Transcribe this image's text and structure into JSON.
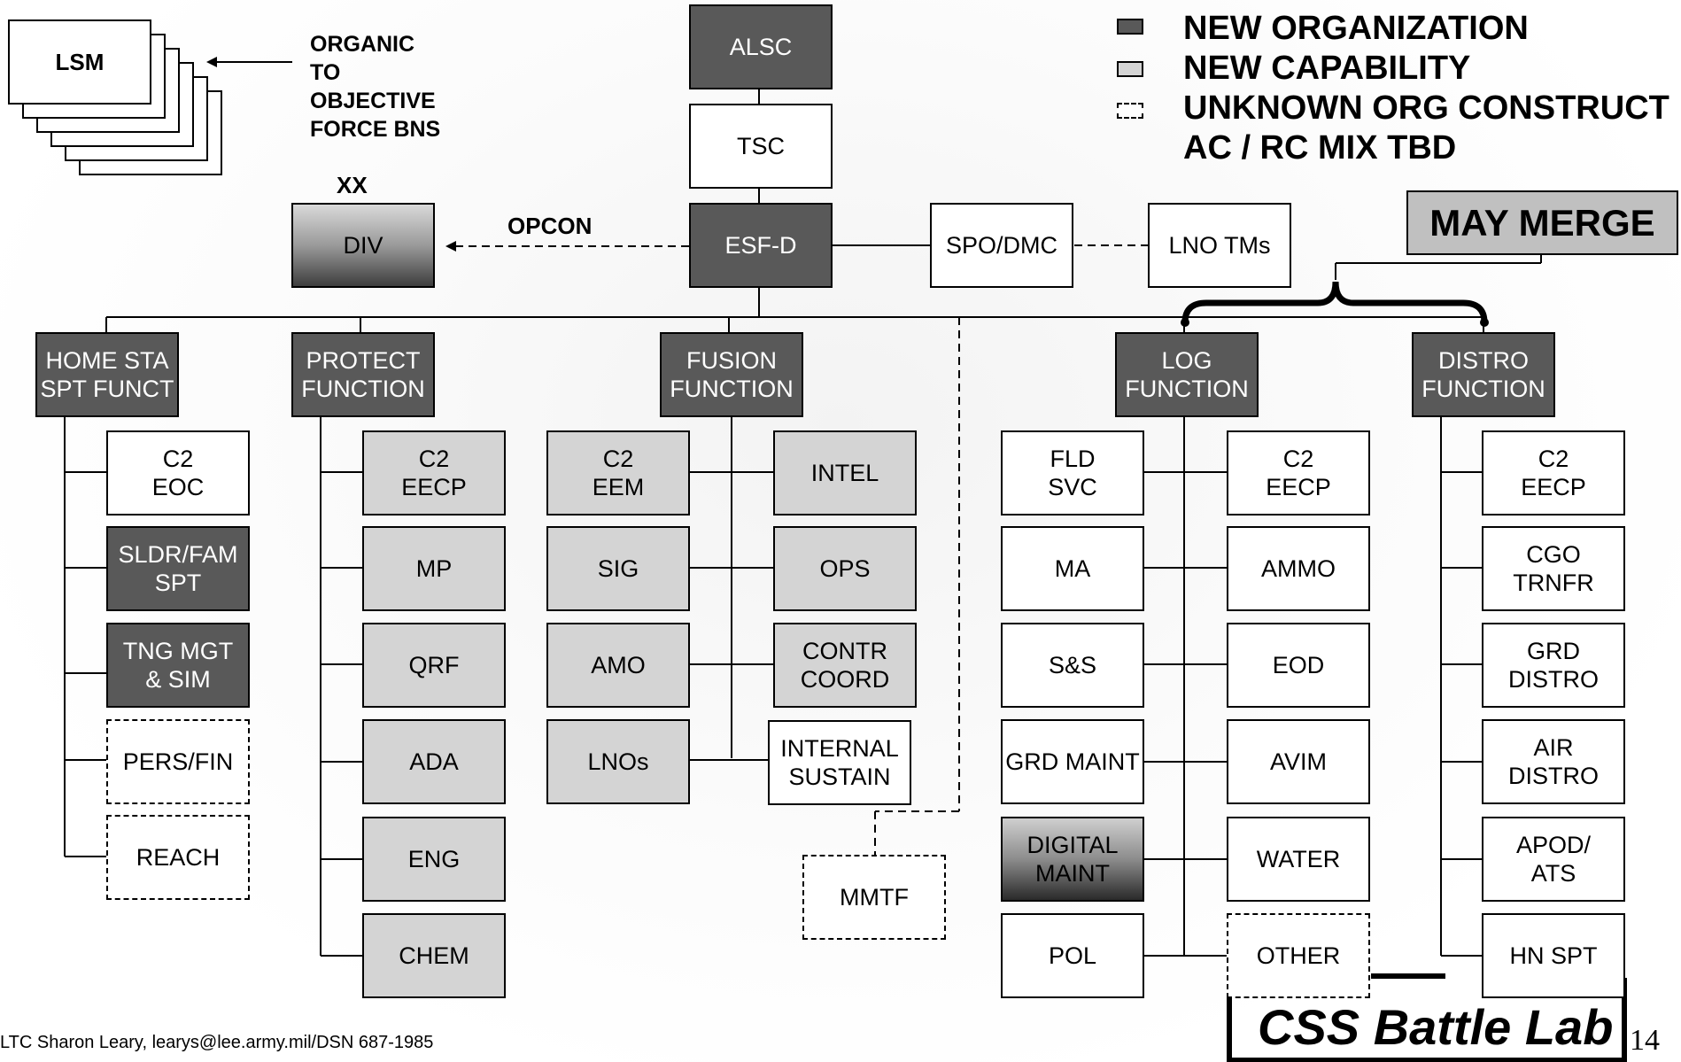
{
  "colors": {
    "new_organization": "#595959",
    "new_capability": "#d4d4d4",
    "existing": "#ffffff",
    "line": "#000000"
  },
  "lsm": {
    "label": "LSM",
    "note": "ORGANIC\nTO\nOBJECTIVE\nFORCE  BNS"
  },
  "legend": {
    "new_org": "NEW ORGANIZATION",
    "new_cap": "NEW CAPABILITY",
    "unknown": "UNKNOWN ORG CONSTRUCT",
    "mix": "AC / RC MIX TBD"
  },
  "top": {
    "alsc": "ALSC",
    "tsc": "TSC",
    "esfd": "ESF-D",
    "div_echelon": "XX",
    "div": "DIV",
    "opcon": "OPCON",
    "spo": "SPO/DMC",
    "lno": "LNO TMs",
    "may_merge": "MAY MERGE"
  },
  "functions": {
    "home": "HOME STA\nSPT FUNCT",
    "protect": "PROTECT\nFUNCTION",
    "fusion": "FUSION\nFUNCTION",
    "log": "LOG\nFUNCTION",
    "distro": "DISTRO\nFUNCTION"
  },
  "home_items": [
    "C2\nEOC",
    "SLDR/FAM\nSPT",
    "TNG MGT\n& SIM",
    "PERS/FIN",
    "REACH"
  ],
  "protect_items": [
    "C2\nEECP",
    "MP",
    "QRF",
    "ADA",
    "ENG",
    "CHEM"
  ],
  "fusion_left": [
    "C2\nEEM",
    "SIG",
    "AMO",
    "LNOs"
  ],
  "fusion_right": [
    "INTEL",
    "OPS",
    "CONTR\nCOORD",
    "INTERNAL\nSUSTAIN"
  ],
  "mmtf": "MMTF",
  "log_left": [
    "FLD\nSVC",
    "MA",
    "S&S",
    "GRD MAINT",
    "DIGITAL\nMAINT",
    "POL"
  ],
  "log_right": [
    "C2\nEECP",
    "AMMO",
    "EOD",
    "AVIM",
    "WATER",
    "OTHER"
  ],
  "distro_items": [
    "C2\nEECP",
    "CGO\nTRNFR",
    "GRD\nDISTRO",
    "AIR\nDISTRO",
    "APOD/\nATS",
    "HN SPT"
  ],
  "footer": {
    "author": "LTC Sharon Leary, learys@lee.army.mil/DSN 687-1985",
    "lab": "CSS Battle Lab",
    "page": "14"
  }
}
